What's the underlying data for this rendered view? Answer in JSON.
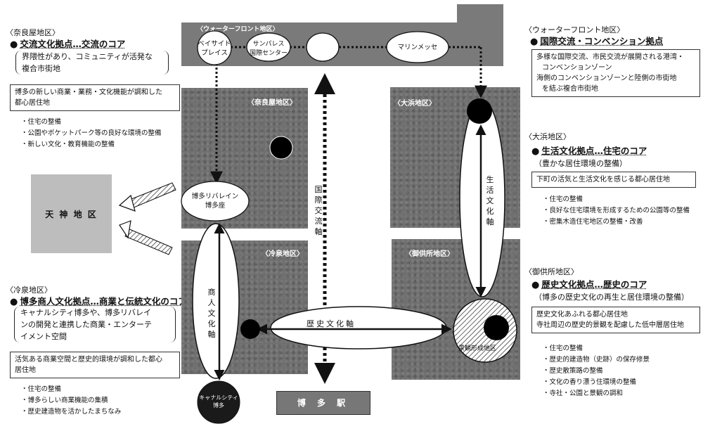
{
  "left": {
    "naraya": {
      "header": "〈奈良屋地区〉",
      "title": "交流文化拠点…交流のコア",
      "paren_lines": [
        "界隈性があり、コミュニティが活発な",
        "複合市街地"
      ],
      "box_lines": [
        "博多の新しい商業・業務・文化機能が調和した",
        "都心居住地"
      ],
      "bullets": [
        "住宅の整備",
        "公園やポケットパーク等の良好な環境の整備",
        "新しい文化・教育機能の整備"
      ]
    },
    "tenjin": {
      "label": "天 神 地 区"
    },
    "reisen": {
      "header": "〈冷泉地区〉",
      "title": "博多商人文化拠点…商業と伝統文化のコア",
      "paren_lines": [
        "キャナルシティ博多や、博多リバレイ",
        "ンの開発と連携した商業・エンターテ",
        "イメント空間"
      ],
      "box_lines": [
        "活気ある商業空間と歴史的環境が調和した都心",
        "居住地"
      ],
      "bullets": [
        "住宅の整備",
        "博多らしい商業機能の集積",
        "歴史建造物を活かしたまちなみ"
      ]
    }
  },
  "right": {
    "waterfront": {
      "header": "〈ウォーターフロント地区〉",
      "title": "国際交流・コンベンション拠点",
      "box_lines": [
        "多様な国際交流、市民交流が展開される港湾・",
        "コンベンションゾーン",
        "海側のコンベンションゾーンと陸側の市街地",
        "を結ぶ複合市街地"
      ]
    },
    "ohama": {
      "header": "〈大浜地区〉",
      "title": "生活文化拠点…住宅のコア",
      "paren": "（豊かな居住環境の整備）",
      "box_line": "下町の活気と生活文化を感じる都心居住地",
      "bullets": [
        "住宅の整備",
        "良好な住宅環境を形成するための公園等の整備",
        "密集木造住宅地区の整備・改善"
      ]
    },
    "gokusho": {
      "header": "〈御供所地区〉",
      "title": "歴史文化拠点…歴史のコア",
      "paren": "（博多の歴史文化の再生と居住環境の整備）",
      "box_lines": [
        "歴史文化あふれる都心居住地",
        "寺社周辺の歴史的景観を配慮した低中層居住地"
      ],
      "bullets": [
        "住宅の整備",
        "歴史的建造物（史跡）の保存修景",
        "歴史散策路の整備",
        "文化の香り漂う住環境の整備",
        "寺社・公園と景観の調和"
      ]
    }
  },
  "map": {
    "waterfront_label": "〈ウォーターフロント地区〉",
    "naraya_label": "〈奈良屋地区〉",
    "ohama_label": "〈大浜地区〉",
    "reisen_label": "〈冷泉地区〉",
    "gokusho_label": "〈御供所地区〉",
    "bayside": [
      "ベイサイド",
      "プレイス"
    ],
    "sunpalace": [
      "サンパレス",
      "国際センター"
    ],
    "marine": "マリンメッセ",
    "riverain": [
      "博多リバレイン",
      "博多座"
    ],
    "kokusai_axis": "国際交流軸",
    "seikatsu_axis": "生活文化軸",
    "shonin_axis": "商人文化軸",
    "rekishi_axis": "歴史文化軸",
    "keikan": "景観形成地区",
    "canal": [
      "キャナルシティ",
      "博多"
    ],
    "station": "博 多 駅"
  },
  "colors": {
    "district": "#6f6f6f",
    "ink": "#111111",
    "paper": "#ffffff"
  }
}
